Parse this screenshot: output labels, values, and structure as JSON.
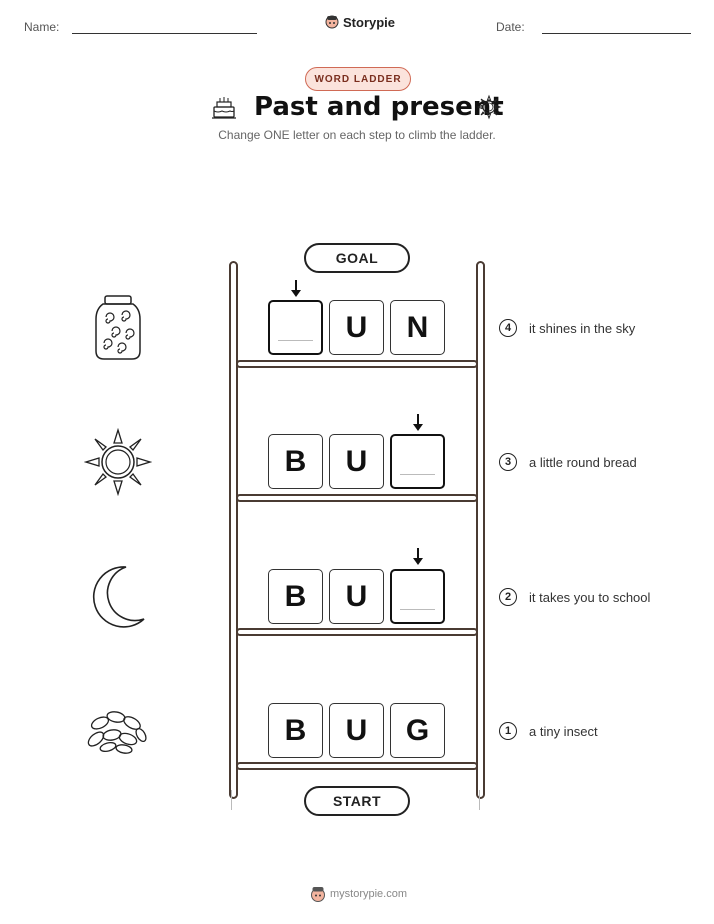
{
  "header": {
    "name_label": "Name:",
    "date_label": "Date:",
    "brand": "Storypie"
  },
  "badge": "WORD LADDER",
  "title": "Past and present",
  "subtitle": "Change ONE letter on each step to climb the ladder.",
  "goal_label": "GOAL",
  "start_label": "START",
  "steps": [
    {
      "number": "4",
      "clue": "it shines in the sky",
      "letters": [
        "",
        "U",
        "N"
      ],
      "icon": "jar-icon"
    },
    {
      "number": "3",
      "clue": "a little round bread",
      "letters": [
        "B",
        "U",
        ""
      ],
      "icon": "sun-icon"
    },
    {
      "number": "2",
      "clue": "it takes you to school",
      "letters": [
        "B",
        "U",
        ""
      ],
      "icon": "moon-icon"
    },
    {
      "number": "1",
      "clue": "a tiny insect",
      "letters": [
        "B",
        "U",
        "G"
      ],
      "icon": "seeds-icon"
    }
  ],
  "footer": "mystorypie.com"
}
